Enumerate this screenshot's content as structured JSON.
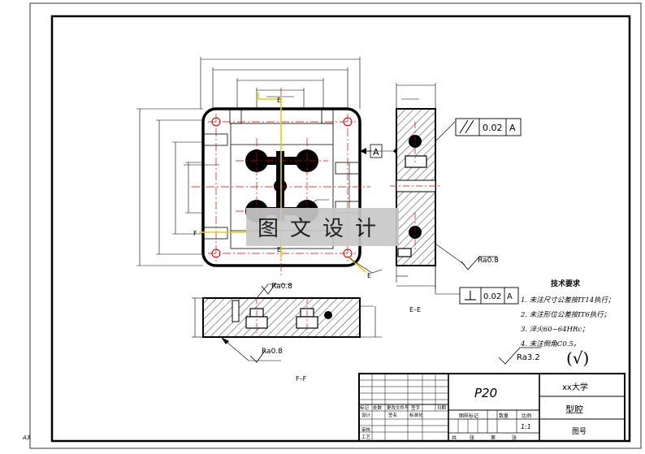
{
  "sheet": {
    "size_label": "A3"
  },
  "watermark": {
    "text": "图文设计"
  },
  "section_labels": {
    "ee": "E–E",
    "ff": "F–F",
    "e": "E",
    "f": "F"
  },
  "datum": {
    "label": "A"
  },
  "tolerances": [
    {
      "symbol": "parallel",
      "value": "0.02",
      "datum": "A"
    },
    {
      "symbol": "perpendicular",
      "value": "0.02",
      "datum": "A"
    }
  ],
  "roughness": {
    "r1": "Ra0.8",
    "r2": "Ra0.8",
    "r3": "Ra0.8",
    "r4": "Ra3.2"
  },
  "general_roughness": {
    "value": "(√)"
  },
  "notes": {
    "title": "技术要求",
    "items": [
      "1. 未注尺寸公差按IT14执行；",
      "2. 未注形位公差按IT6执行；",
      "3. 淬火60~64HRc；",
      "4. 未注倒角C0.5。"
    ]
  },
  "title_block": {
    "part_code": "P20",
    "school": "xx大学",
    "part_name": "型腔",
    "drawing_no_label": "图号",
    "scale": "1:1",
    "col_labels": [
      "标记",
      "处数",
      "更改文件号",
      "签字",
      "日期"
    ],
    "row_labels": [
      "设计",
      "审核",
      "工艺"
    ],
    "std_label": "标准化",
    "name_label": "签名",
    "mid_labels": [
      "图样标记",
      "数量",
      "比例"
    ],
    "sheet_labels": [
      "共",
      "张",
      "第",
      "张"
    ]
  }
}
